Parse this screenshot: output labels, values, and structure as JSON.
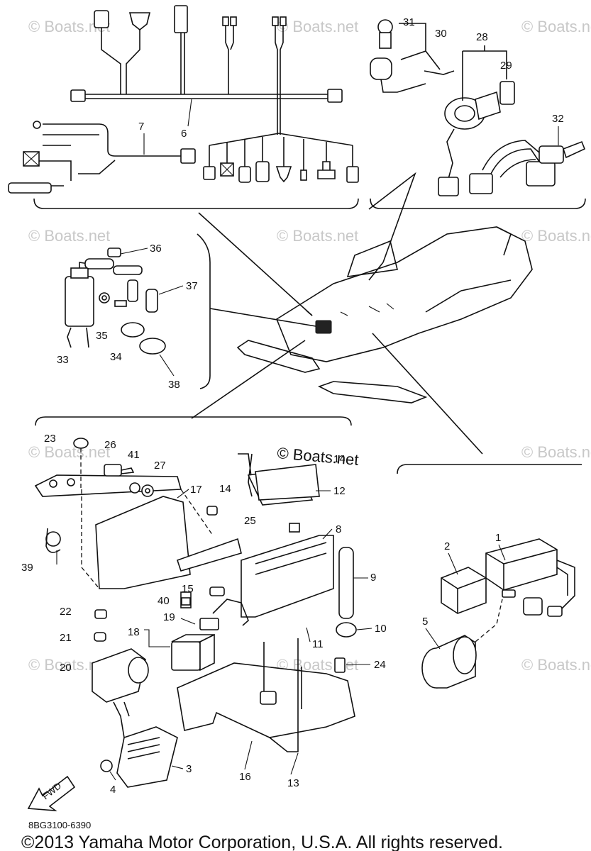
{
  "diagram": {
    "reference_code": "8BG3100-6390",
    "copyright": "©2013 Yamaha Motor Corporation, U.S.A. All rights reserved.",
    "watermark": "© Boats.net",
    "fwd_label": "FWD",
    "callouts": [
      "1",
      "2",
      "3",
      "4",
      "5",
      "6",
      "7",
      "8",
      "9",
      "10",
      "11",
      "12",
      "13",
      "14",
      "15",
      "16",
      "17",
      "18",
      "19",
      "20",
      "21",
      "22",
      "23",
      "24",
      "25",
      "26",
      "27",
      "28",
      "29",
      "30",
      "31",
      "32",
      "33",
      "34",
      "35",
      "36",
      "37",
      "38",
      "39",
      "40",
      "41"
    ]
  }
}
